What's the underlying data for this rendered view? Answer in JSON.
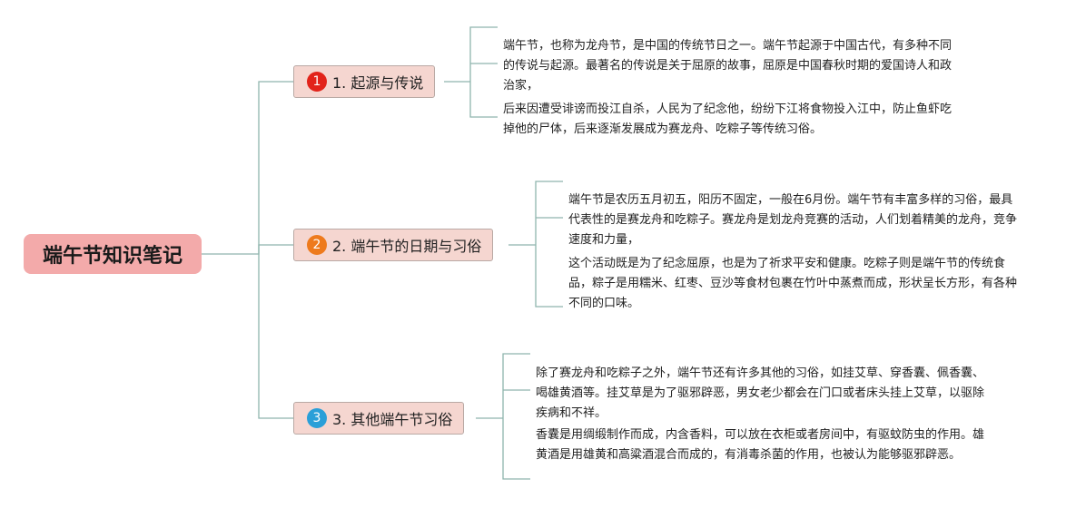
{
  "root": {
    "title": "端午节知识笔记"
  },
  "colors": {
    "line": "#8fb5ad",
    "root_bg": "#f3aaaa",
    "branch_bg": "#f5d6d0"
  },
  "branches": [
    {
      "number": "1",
      "label": "1. 起源与传说",
      "badge_color": "#e2231a",
      "notes": [
        "端午节，也称为龙舟节，是中国的传统节日之一。端午节起源于中国古代，有多种不同的传说与起源。最著名的传说是关于屈原的故事，屈原是中国春秋时期的爱国诗人和政治家，",
        "后来因遭受诽谤而投江自杀，人民为了纪念他，纷纷下江将食物投入江中，防止鱼虾吃掉他的尸体，后来逐渐发展成为赛龙舟、吃粽子等传统习俗。"
      ]
    },
    {
      "number": "2",
      "label": "2. 端午节的日期与习俗",
      "badge_color": "#ee7a1c",
      "notes": [
        "端午节是农历五月初五，阳历不固定，一般在6月份。端午节有丰富多样的习俗，最具代表性的是赛龙舟和吃粽子。赛龙舟是划龙舟竞赛的活动，人们划着精美的龙舟，竞争速度和力量，",
        "这个活动既是为了纪念屈原，也是为了祈求平安和健康。吃粽子则是端午节的传统食品，粽子是用糯米、红枣、豆沙等食材包裹在竹叶中蒸煮而成，形状呈长方形，有各种不同的口味。"
      ]
    },
    {
      "number": "3",
      "label": "3. 其他端午节习俗",
      "badge_color": "#2a9fd8",
      "notes": [
        "除了赛龙舟和吃粽子之外，端午节还有许多其他的习俗，如挂艾草、穿香囊、佩香囊、喝雄黄酒等。挂艾草是为了驱邪辟恶，男女老少都会在门口或者床头挂上艾草，以驱除疾病和不祥。",
        "香囊是用绸缎制作而成，内含香料，可以放在衣柜或者房间中，有驱蚊防虫的作用。雄黄酒是用雄黄和高粱酒混合而成的，有消毒杀菌的作用，也被认为能够驱邪辟恶。"
      ]
    }
  ]
}
